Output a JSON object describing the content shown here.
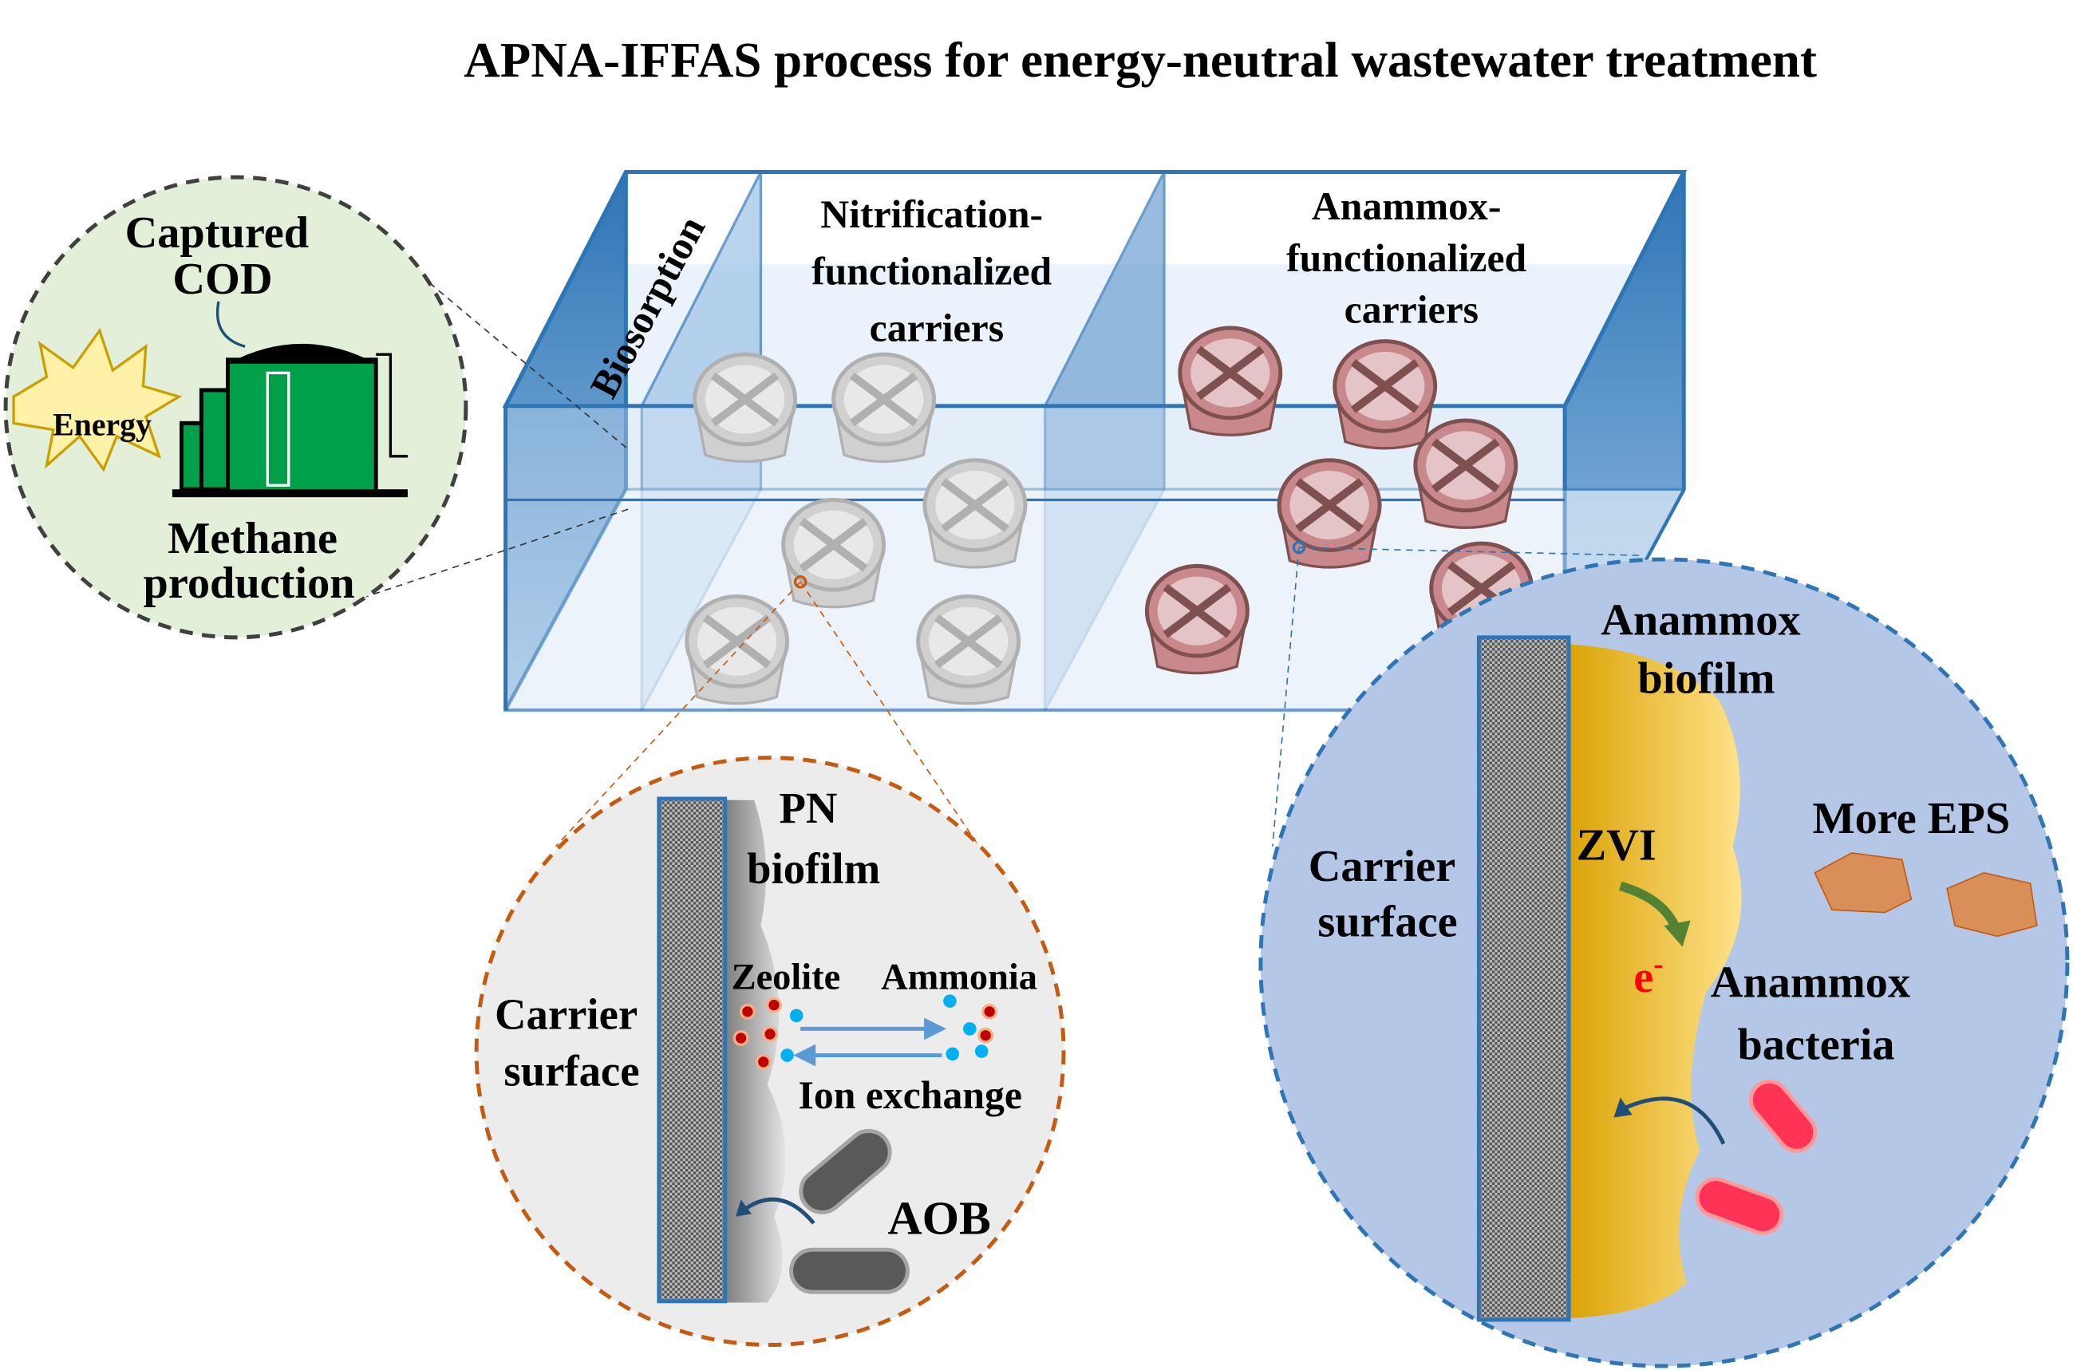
{
  "title": "APNA-IFFAS process for energy-neutral wastewater treatment",
  "colors": {
    "green_panel": "#e2efd9",
    "pn_panel": "#ececec",
    "anammox_panel": "#b4c7e7",
    "tank_blue": "#2e75b6",
    "pn_dash": "#c55a11",
    "biofilm_yellow": "#f5c342",
    "tank_green": "#00a04a"
  },
  "methane_panel": {
    "captured_line1": "Captured",
    "captured_line2": "COD",
    "energy": "Energy",
    "methane_line1": "Methane",
    "methane_line2": "production"
  },
  "tank": {
    "biosorption": "Biosorption",
    "nitrification_line1": "Nitrification-",
    "nitrification_line2": "functionalized",
    "nitrification_line3": "carriers",
    "anammox_line1": "Anammox-",
    "anammox_line2": "functionalized",
    "anammox_line3": "carriers"
  },
  "pn_panel": {
    "pn_line1": "PN",
    "pn_line2": "biofilm",
    "carrier_line1": "Carrier",
    "carrier_line2": "surface",
    "zeolite": "Zeolite",
    "ammonia": "Ammonia",
    "ion_exchange": "Ion exchange",
    "aob": "AOB"
  },
  "anammox_panel": {
    "biofilm_line1": "Anammox",
    "biofilm_line2": "biofilm",
    "carrier_line1": "Carrier",
    "carrier_line2": "surface",
    "zvi": "ZVI",
    "electron": "e",
    "electron_sup": "-",
    "more_eps": "More EPS",
    "bacteria_line1": "Anammox",
    "bacteria_line2": "bacteria"
  }
}
